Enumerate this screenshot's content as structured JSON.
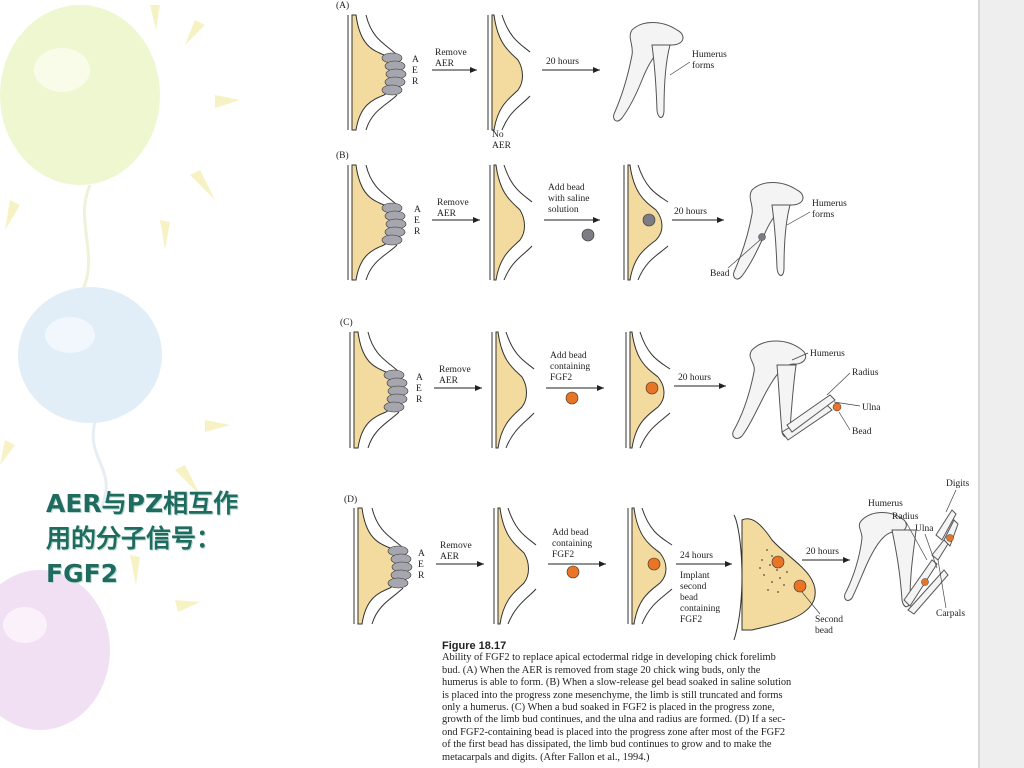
{
  "slide": {
    "title_lines": [
      "AER与PZ相互作",
      "用的分子信号：",
      "FGF2"
    ]
  },
  "panels": {
    "a": {
      "letter": "(A)",
      "aer": [
        "A",
        "E",
        "R"
      ],
      "remove": [
        "Remove",
        "AER"
      ],
      "hours": "20 hours",
      "no_aer": [
        "No",
        "AER"
      ],
      "result": [
        "Humerus",
        "forms"
      ]
    },
    "b": {
      "letter": "(B)",
      "aer": [
        "A",
        "E",
        "R"
      ],
      "remove": [
        "Remove",
        "AER"
      ],
      "add": [
        "Add bead",
        "with saline",
        "solution"
      ],
      "hours": "20 hours",
      "result": [
        "Humerus",
        "forms"
      ],
      "bead": "Bead"
    },
    "c": {
      "letter": "(C)",
      "aer": [
        "A",
        "E",
        "R"
      ],
      "remove": [
        "Remove",
        "AER"
      ],
      "add": [
        "Add bead",
        "containing",
        "FGF2"
      ],
      "hours": "20 hours",
      "humerus": "Humerus",
      "radius": "Radius",
      "ulna": "Ulna",
      "bead": "Bead"
    },
    "d": {
      "letter": "(D)",
      "aer": [
        "A",
        "E",
        "R"
      ],
      "remove": [
        "Remove",
        "AER"
      ],
      "add": [
        "Add bead",
        "containing",
        "FGF2"
      ],
      "hours1": "24 hours",
      "implant": [
        "Implant",
        "second",
        "bead",
        "containing",
        "FGF2"
      ],
      "second_bead": [
        "Second",
        "bead"
      ],
      "hours2": "20 hours",
      "digits": "Digits",
      "humerus": "Humerus",
      "radius": "Radius",
      "ulna": "Ulna",
      "carpals": "Carpals"
    }
  },
  "caption": {
    "title": "Figure 18.17",
    "lines": [
      "Ability of FGF2 to replace apical ectodermal ridge in developing chick forelimb",
      "bud. (A) When the AER is removed from stage 20 chick wing buds, only the",
      "humerus is able to form. (B) When a slow-release gel bead soaked in saline solution",
      "is placed into the progress zone mesenchyme, the limb is still truncated and forms",
      "only a humerus. (C) When a bud soaked in FGF2 is placed in the progress zone,",
      "growth of the limb bud continues, and the ulna and radius are formed. (D) If a sec-",
      "ond FGF2-containing bead is placed into the progress zone after most of the FGF2",
      "of the first bead has dissipated, the limb bud continues to grow and to make the",
      "metacarpals and digits. (After Fallon et al., 1994.)"
    ]
  },
  "colors": {
    "limb_fill": "#f3dba0",
    "aer_cells": "#a6a6ae",
    "bead_saline": "#7c7c84",
    "bead_fgf2": "#e87425",
    "title_color": "#1f6b60",
    "balloon_green": "#eaf5c6",
    "balloon_blue": "#dcecf8",
    "balloon_purple": "#eedaf0"
  }
}
